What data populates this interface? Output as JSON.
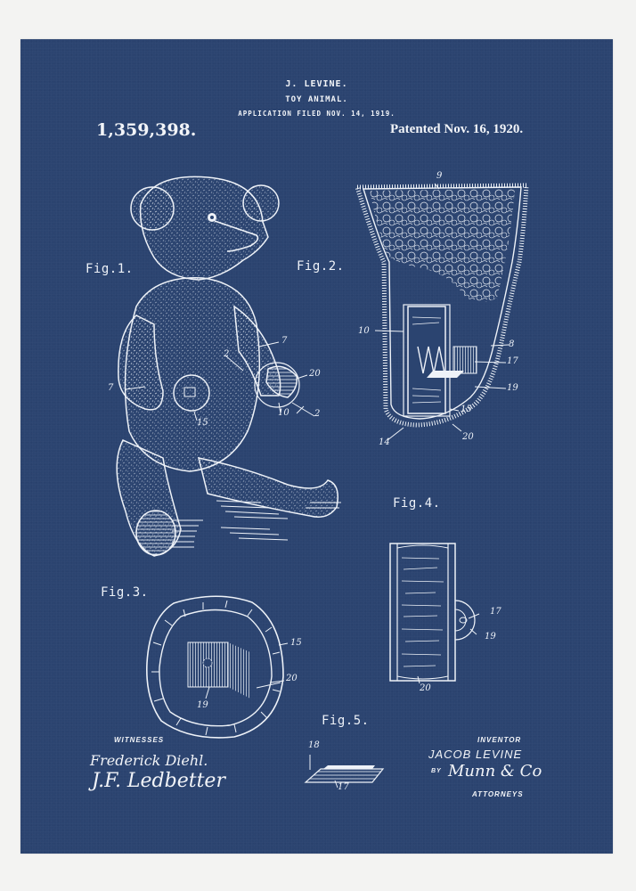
{
  "header": {
    "inventor_name": "J. LEVINE.",
    "title": "TOY ANIMAL.",
    "filed": "APPLICATION FILED NOV. 14, 1919.",
    "patent_number": "1,359,398.",
    "patented_date": "Patented Nov. 16, 1920."
  },
  "figures": {
    "fig1": {
      "label": "Fig.1.",
      "refs": [
        "7",
        "7",
        "2",
        "20",
        "10",
        "2",
        "15"
      ]
    },
    "fig2": {
      "label": "Fig.2.",
      "refs": [
        "9",
        "10",
        "8",
        "17",
        "19",
        "15",
        "14",
        "20"
      ]
    },
    "fig3": {
      "label": "Fig.3.",
      "refs": [
        "15",
        "20",
        "19"
      ]
    },
    "fig4": {
      "label": "Fig.4.",
      "refs": [
        "17",
        "19",
        "20"
      ]
    },
    "fig5": {
      "label": "Fig.5.",
      "refs": [
        "18",
        "17"
      ]
    }
  },
  "footer": {
    "witnesses_label": "WITNESSES",
    "witness_1": "Frederick Diehl.",
    "witness_2": "J.F. Ledbetter",
    "inventor_label": "INVENTOR",
    "inventor_full": "JACOB LEVINE",
    "by_label": "BY",
    "attorney_signature": "Munn & Co",
    "attorneys_label": "ATTORNEYS"
  },
  "colors": {
    "panel": "#2b4470",
    "background": "#f3f3f2",
    "ink": "#eef2f8"
  }
}
